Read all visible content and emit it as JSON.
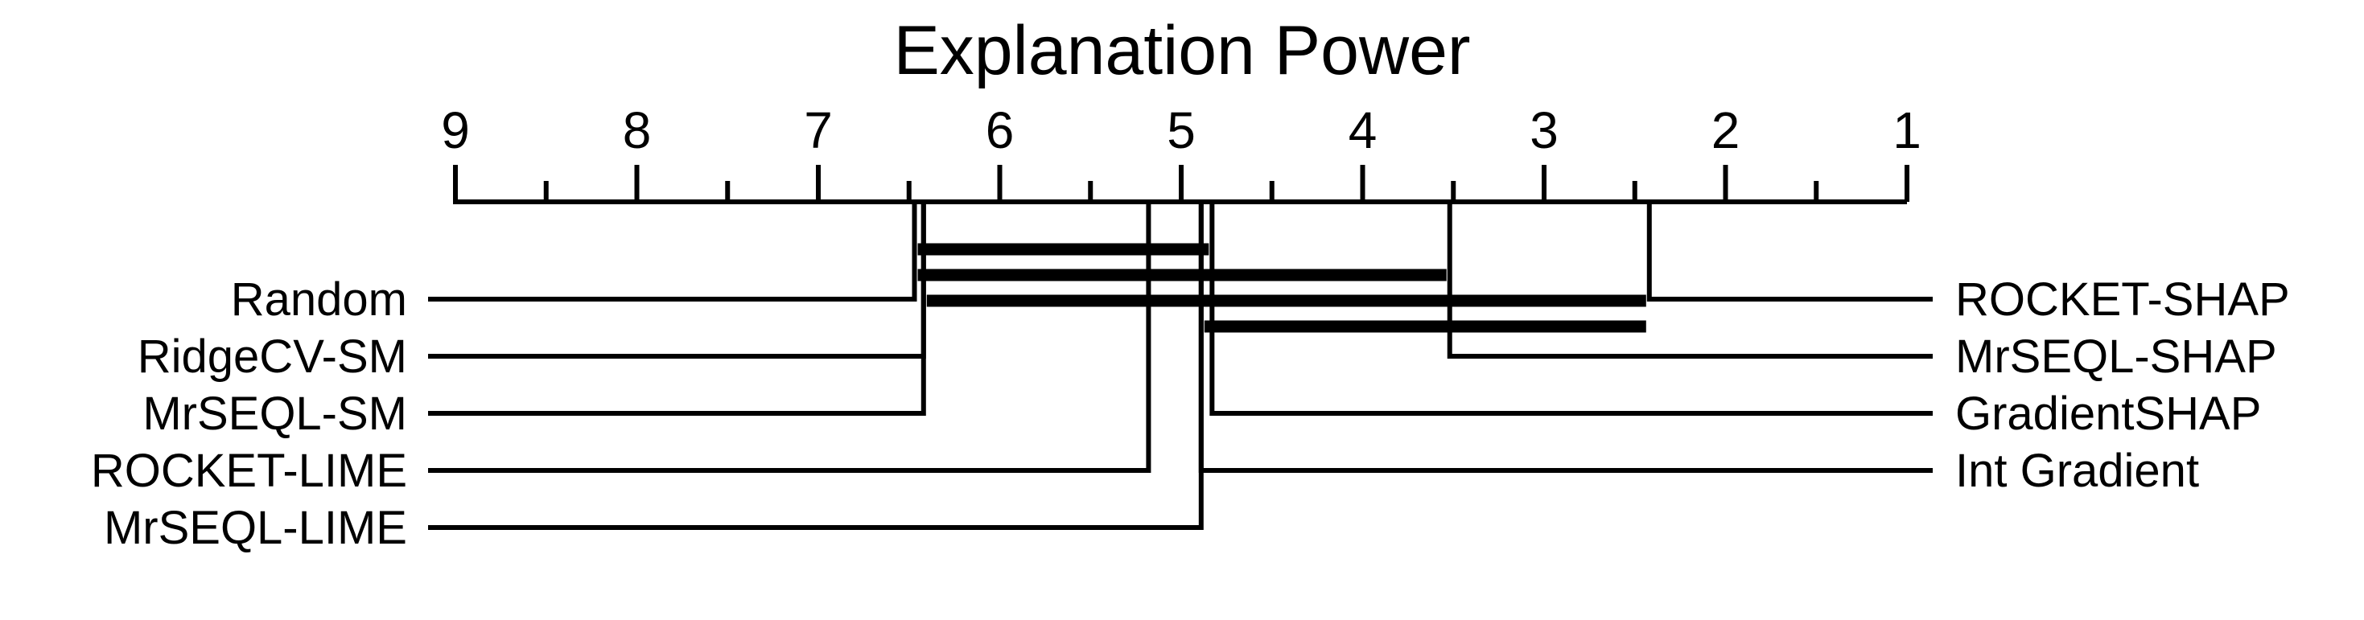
{
  "chart_data": {
    "type": "critical-difference",
    "title": "Explanation Power",
    "axis": {
      "min": 1,
      "max": 9,
      "reversed": true,
      "ticks": [
        9,
        8,
        7,
        6,
        5,
        4,
        3,
        2,
        1
      ],
      "tick_labels": [
        "9",
        "8",
        "7",
        "6",
        "5",
        "4",
        "3",
        "2",
        "1"
      ]
    },
    "methods_left": [
      {
        "name": "Random",
        "rank": 6.47
      },
      {
        "name": "RidgeCV-SM",
        "rank": 6.42
      },
      {
        "name": "MrSEQL-SM",
        "rank": 6.42
      },
      {
        "name": "ROCKET-LIME",
        "rank": 5.18
      },
      {
        "name": "MrSEQL-LIME",
        "rank": 4.89
      }
    ],
    "methods_right": [
      {
        "name": "ROCKET-SHAP",
        "rank": 2.42
      },
      {
        "name": "MrSEQL-SHAP",
        "rank": 3.52
      },
      {
        "name": "GradientSHAP",
        "rank": 4.83
      },
      {
        "name": "Int Gradient",
        "rank": 4.89
      }
    ],
    "cliques": [
      {
        "from": 6.47,
        "to": 4.83
      },
      {
        "from": 6.47,
        "to": 3.52
      },
      {
        "from": 6.42,
        "to": 2.42
      },
      {
        "from": 4.89,
        "to": 2.42
      }
    ],
    "colors": {
      "ink": "#000000",
      "background": "#ffffff"
    }
  }
}
